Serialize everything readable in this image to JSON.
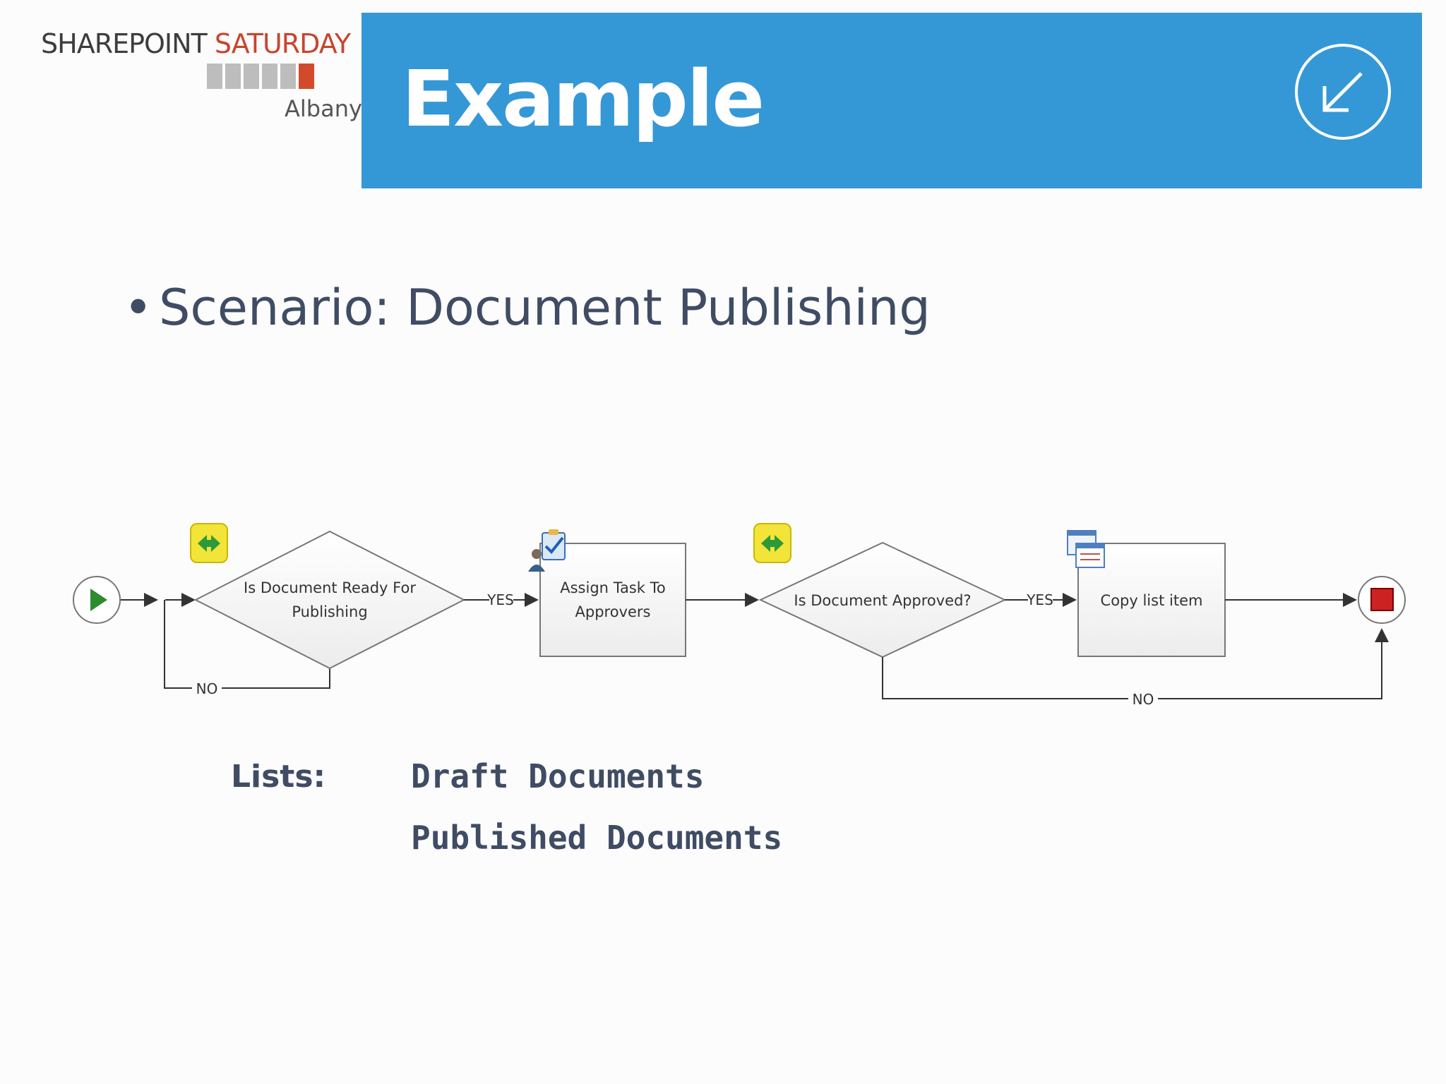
{
  "logo": {
    "line1_a": "SHAREPOINT",
    "line1_b": "SATURDAY",
    "city": "Albany",
    "brand_red": "#d24a2c"
  },
  "header": {
    "title": "Example",
    "background": "#3598d6",
    "corner_icon": "arrow-down-left-circle-icon"
  },
  "content": {
    "bullet": "Scenario: Document Publishing"
  },
  "workflow": {
    "start_icon": "play-icon",
    "end_icon": "stop-icon",
    "steps": [
      {
        "kind": "condition",
        "lines": [
          "Is Document Ready For",
          "Publishing"
        ],
        "icon": "compare-arrows-icon"
      },
      {
        "kind": "action",
        "lines": [
          "Assign Task To",
          "Approvers"
        ],
        "icon": "task-approver-icon"
      },
      {
        "kind": "condition",
        "lines": [
          "Is Document Approved?"
        ],
        "icon": "compare-arrows-icon"
      },
      {
        "kind": "action",
        "lines": [
          "Copy list item"
        ],
        "icon": "list-copy-icon"
      }
    ],
    "edge_labels": {
      "yes": "YES",
      "no": "NO"
    }
  },
  "lists": {
    "label": "Lists:",
    "items": [
      "Draft Documents",
      "Published Documents"
    ]
  }
}
